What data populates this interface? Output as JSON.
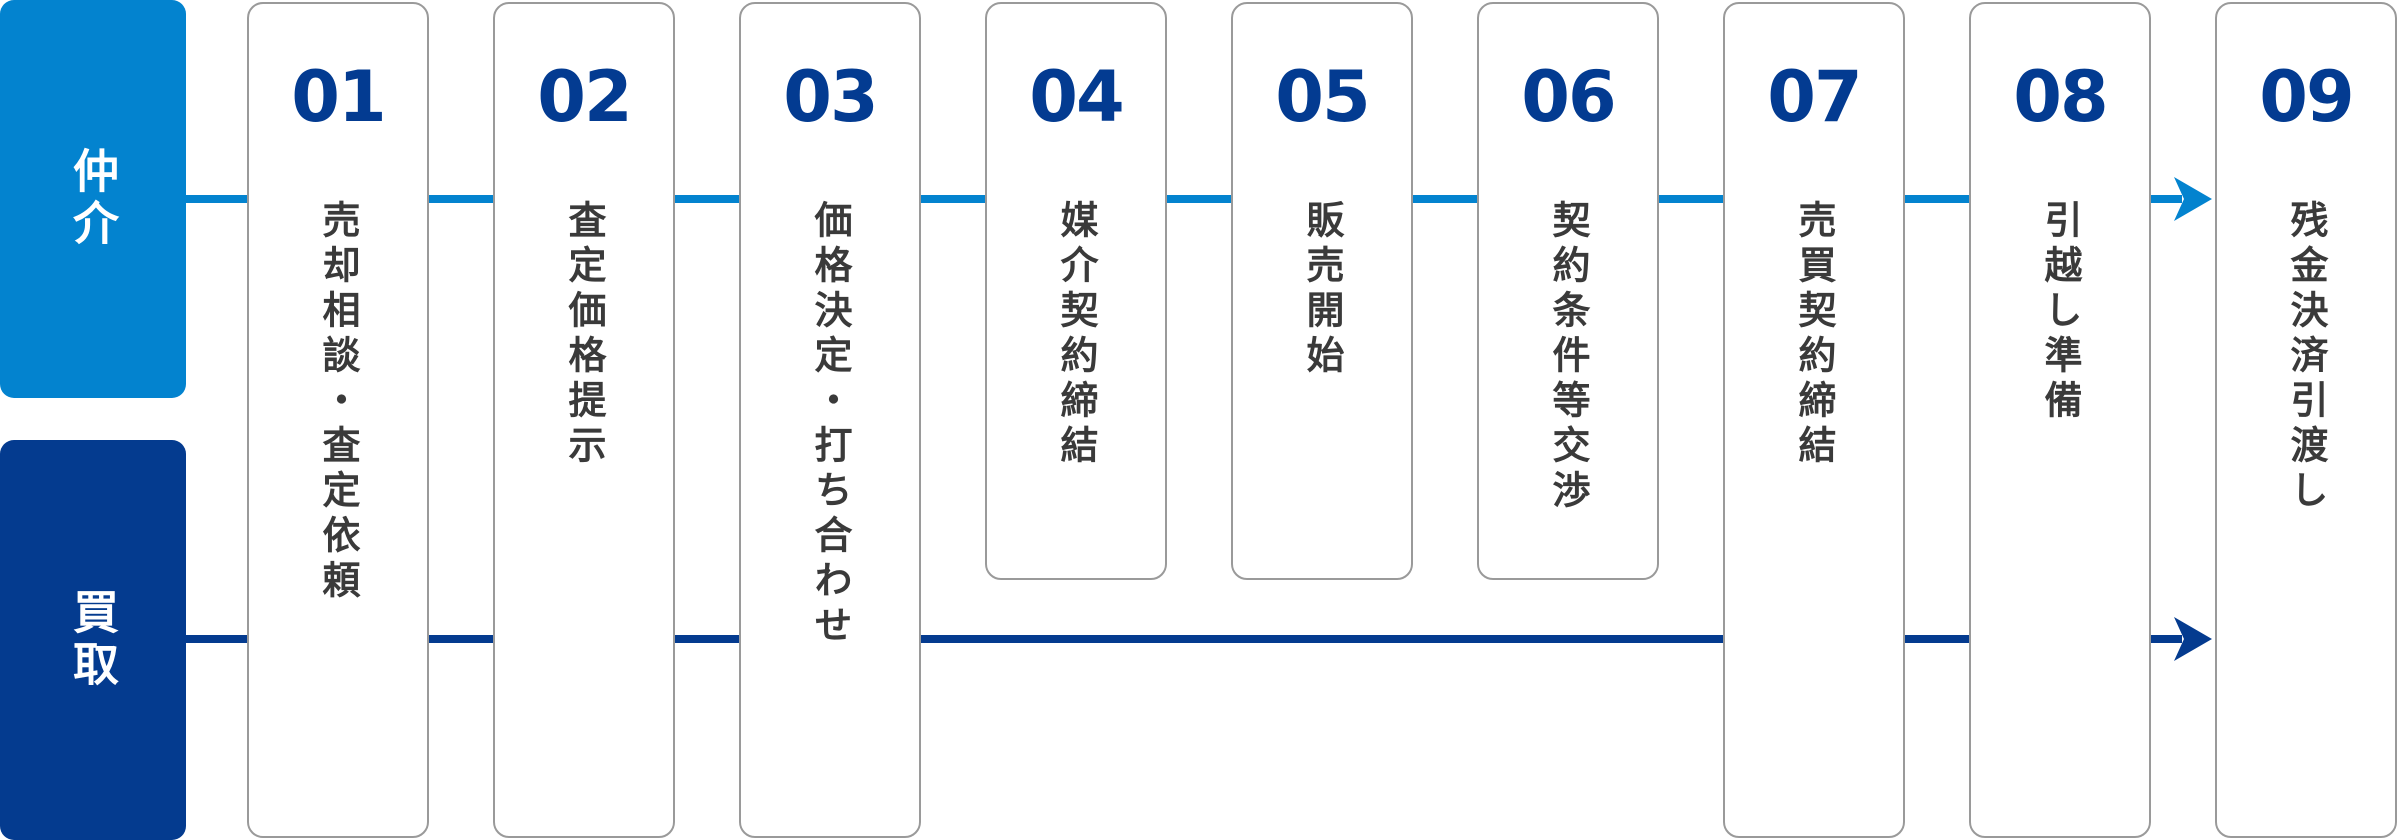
{
  "lanes": [
    {
      "id": "brokerage",
      "label": "仲介",
      "color": "#0383cf"
    },
    {
      "id": "purchase",
      "label": "買取",
      "color": "#043b8f"
    }
  ],
  "steps": [
    {
      "num": "01",
      "label": "売却相談・査定依頼",
      "lanes": [
        "brokerage",
        "purchase"
      ]
    },
    {
      "num": "02",
      "label": "査定価格提示",
      "lanes": [
        "brokerage",
        "purchase"
      ]
    },
    {
      "num": "03",
      "label": "価格決定・打ち合わせ",
      "lanes": [
        "brokerage",
        "purchase"
      ]
    },
    {
      "num": "04",
      "label": "媒介契約締結",
      "lanes": [
        "brokerage"
      ]
    },
    {
      "num": "05",
      "label": "販売開始",
      "lanes": [
        "brokerage"
      ]
    },
    {
      "num": "06",
      "label": "契約条件等交渉",
      "lanes": [
        "brokerage"
      ]
    },
    {
      "num": "07",
      "label": "売買契約締結",
      "lanes": [
        "brokerage",
        "purchase"
      ]
    },
    {
      "num": "08",
      "label": "引越し準備",
      "lanes": [
        "brokerage",
        "purchase"
      ]
    },
    {
      "num": "09",
      "label": "残金決済引渡し",
      "lanes": [
        "brokerage",
        "purchase"
      ]
    }
  ],
  "colors": {
    "number": "#033b91",
    "text": "#3a3a3a",
    "card_border": "#9a9a9a"
  }
}
